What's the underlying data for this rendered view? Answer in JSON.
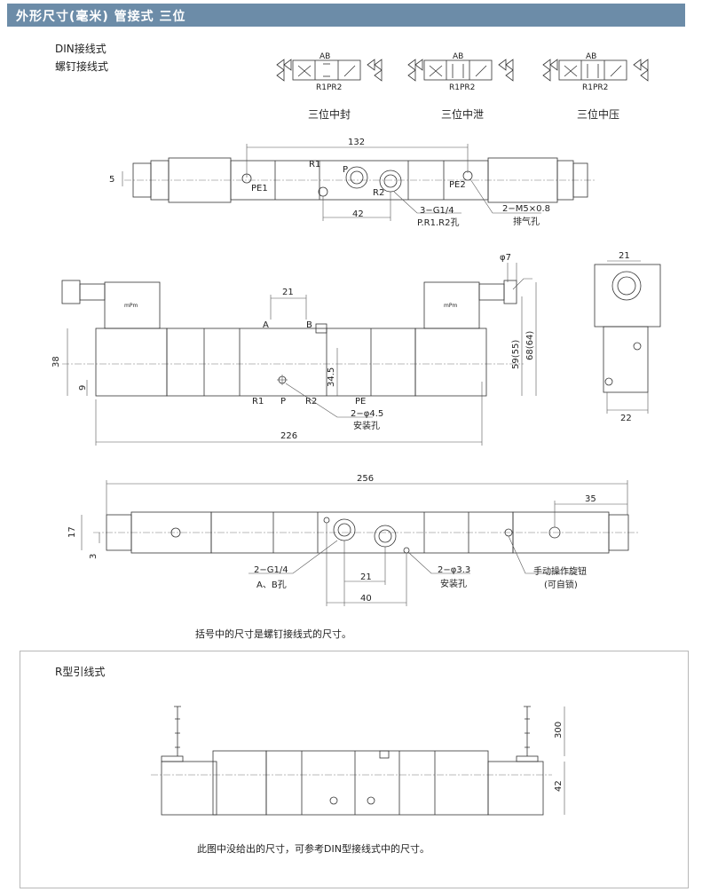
{
  "header": {
    "title": "外形尺寸(毫米)  管接式  三位"
  },
  "labels": {
    "din_type": "DIN接线式",
    "screw_type": "螺钉接线式",
    "footnote": "括号中的尺寸是螺钉接线式的尺寸。",
    "r_type": "R型引线式",
    "r_note": "此图中没给出的尺寸，可参考DIN型接线式中的尺寸。"
  },
  "symbols": [
    {
      "caption": "三位中封",
      "ab": "AB",
      "ports": "R1PR2"
    },
    {
      "caption": "三位中泄",
      "ab": "AB",
      "ports": "R1PR2"
    },
    {
      "caption": "三位中压",
      "ab": "AB",
      "ports": "R1PR2"
    }
  ],
  "view1": {
    "dim_132": "132",
    "dim_5": "5",
    "dim_42": "42",
    "r1": "R1",
    "p": "P",
    "r2": "R2",
    "pe1": "PE1",
    "pe2": "PE2",
    "thread": "3−G1/4",
    "thread_ports": "P.R1.R2孔",
    "m5": "2−M5×0.8",
    "exhaust": "排气孔"
  },
  "view2": {
    "dim_21": "21",
    "a": "A",
    "b": "B",
    "dim_38": "38",
    "dim_9": "9",
    "dim_34_5": "34.5",
    "r1": "R1",
    "p": "P",
    "r2": "R2",
    "pe": "PE",
    "hole": "2−φ4.5",
    "hole_label": "安装孔",
    "dim_226": "226",
    "phi7": "φ7",
    "dim_59": "59(55)",
    "dim_68": "68(64)",
    "mpm": "mPm"
  },
  "view_side": {
    "dim_21": "21",
    "dim_22": "22"
  },
  "view3": {
    "dim_256": "256",
    "dim_35": "35",
    "dim_17": "17",
    "dim_3": "3",
    "thread": "2−G1/4",
    "ab_ports": "A、B孔",
    "dim_21": "21",
    "dim_40": "40",
    "hole": "2−φ3.3",
    "hole_label": "安装孔",
    "manual": "手动操作旋钮",
    "lockable": "(可自锁)"
  },
  "view_r": {
    "dim_300": "300",
    "dim_42": "42"
  }
}
